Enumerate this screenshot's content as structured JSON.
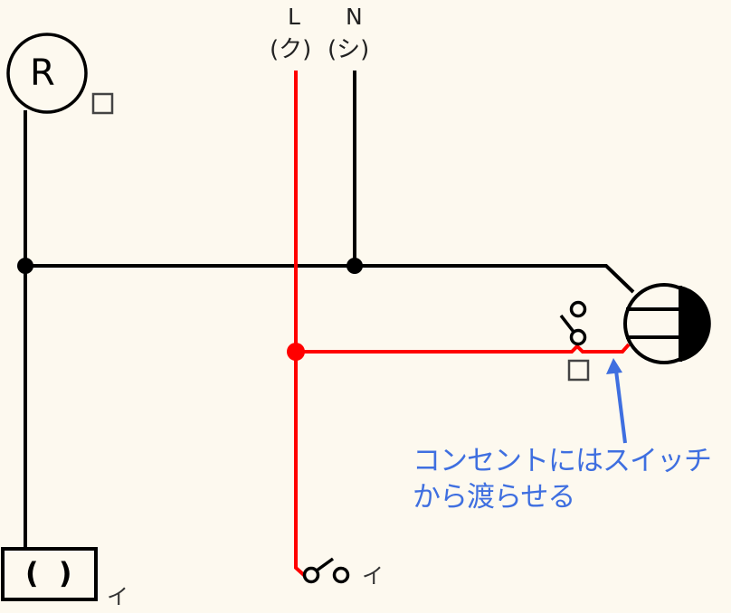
{
  "diagram": {
    "type": "wiring-diagram",
    "supply": {
      "line_label": "L",
      "line_sub": "(ク)",
      "neutral_label": "N",
      "neutral_sub": "(シ)"
    },
    "lamp": {
      "symbol": "R",
      "tag": "□"
    },
    "ceiling_fixture": {
      "symbol": "(  )",
      "tag": "イ"
    },
    "switch_bottom": {
      "tag": "イ"
    },
    "switch_with_outlet": {
      "tag": "□"
    },
    "annotation": {
      "line1": "コンセントにはスイッチ",
      "line2": "から渡らせる"
    },
    "colors": {
      "background": "#fdf9ef",
      "wire_black": "#000000",
      "wire_red": "#ff0000",
      "annotation_blue": "#3f6fe0"
    }
  }
}
